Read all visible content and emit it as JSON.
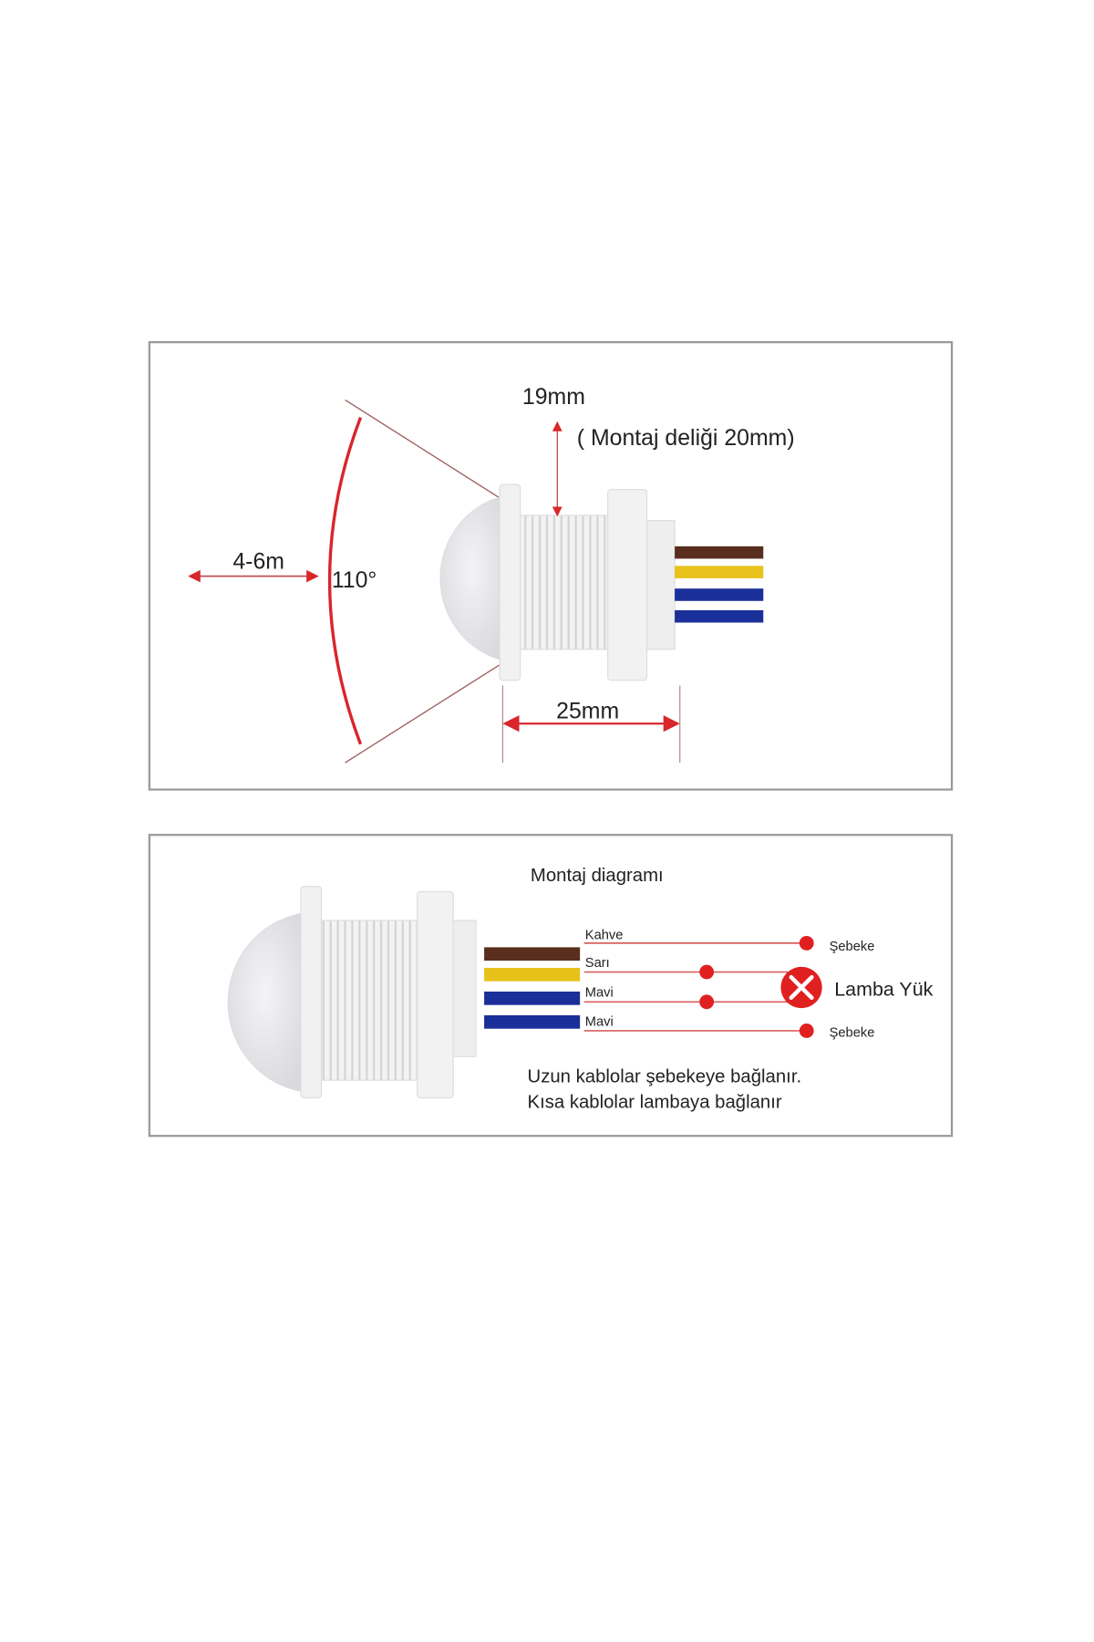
{
  "dimensions_panel": {
    "range_label": "4-6m",
    "angle_label": "110°",
    "diameter_label": "19mm",
    "hole_label": "( Montaj deliği 20mm)",
    "length_label": "25mm"
  },
  "wiring_panel": {
    "title": "Montaj diagramı",
    "wires": [
      {
        "label": "Kahve",
        "color": "#5a2e1e"
      },
      {
        "label": "Sarı",
        "color": "#e8c21a"
      },
      {
        "label": "Mavi",
        "color": "#1a2f9a"
      },
      {
        "label": "Mavi",
        "color": "#1a2f9a"
      }
    ],
    "mains_top_label": "Şebeke",
    "mains_bottom_label": "Şebeke",
    "load_label": "Lamba Yük",
    "note_line1": "Uzun kablolar şebekeye bağlanır.",
    "note_line2": "Kısa kablolar lambaya bağlanır"
  },
  "colors": {
    "accent_red": "#d8262b",
    "frame": "#9a9a9a"
  }
}
